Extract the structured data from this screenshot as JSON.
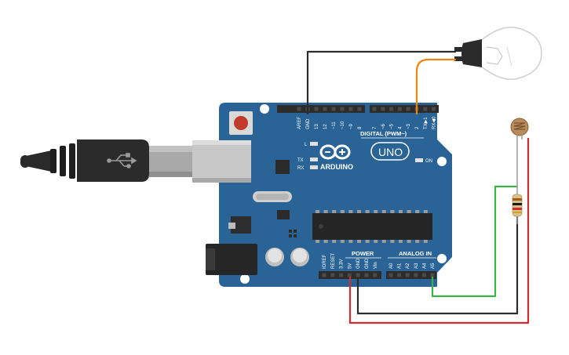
{
  "board": {
    "brand": "ARDUINO",
    "model": "UNO",
    "digital_section": "DIGITAL (PWM~)",
    "power_section": "POWER",
    "analog_section": "ANALOG IN",
    "led_l": "L",
    "led_tx": "TX",
    "led_rx": "RX",
    "led_on": "ON",
    "digital_left_pins": [
      "AREF",
      "GND",
      "13",
      "12",
      "~11",
      "~10",
      "~9",
      "8"
    ],
    "digital_right_pins": [
      "7",
      "~6",
      "~5",
      "4",
      "~3",
      "2",
      "TX▶1",
      "RX◀0"
    ],
    "power_pins": [
      "IOREF",
      "RESET",
      "3.3V",
      "5V",
      "GND",
      "GND",
      "Vin"
    ],
    "analog_pins": [
      "A0",
      "A1",
      "A2",
      "A3",
      "A4",
      "A5"
    ]
  },
  "components": {
    "usb_cable": "usb-b-cable",
    "bulb": "light-bulb",
    "ldr": "photoresistor",
    "resistor": "resistor"
  },
  "wire_colors": {
    "gnd_to_bulb": "#2b2b2b",
    "pin2_to_bulb": "#e8870d",
    "five_volt": "#d42a2a",
    "ground": "#2b2b2b",
    "analog_a5": "#3cb043"
  },
  "colors": {
    "board": "#2a6496",
    "board_dark": "#1d4f7a",
    "header": "#2c2c2c"
  }
}
